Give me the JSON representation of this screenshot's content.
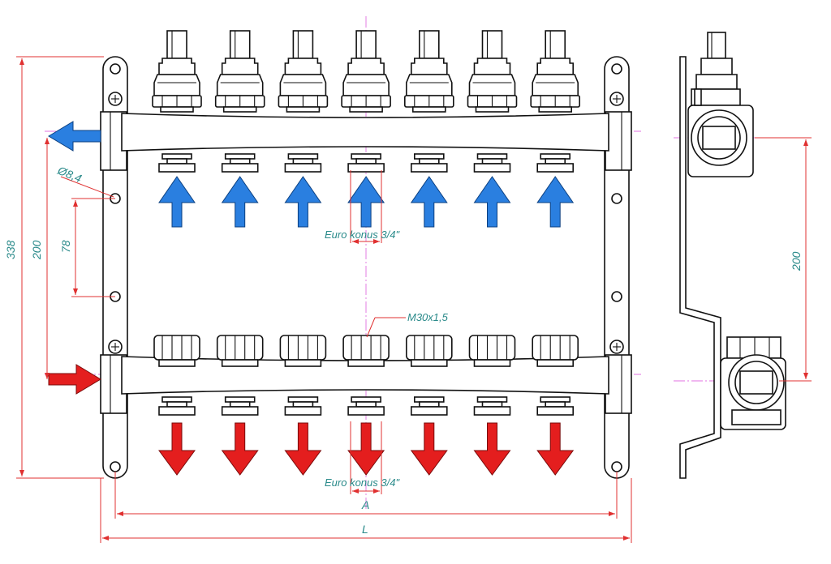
{
  "labels": {
    "euro_konus_top": "Euro konus 3/4\"",
    "euro_konus_bottom": "Euro konus 3/4\"",
    "thread": "M30x1,5",
    "hole_dia": "Ø8,4",
    "dim_338": "338",
    "dim_200_left": "200",
    "dim_78": "78",
    "dim_200_right": "200",
    "dim_A": "A",
    "dim_L": "L"
  },
  "colors": {
    "supply_arrow": "#e41e1e",
    "return_arrow": "#2a7fe0",
    "dimension_line": "#e03030",
    "dimension_text": "#2a8a8a",
    "center_line": "#e070e0"
  },
  "outlets_per_bar": 7
}
